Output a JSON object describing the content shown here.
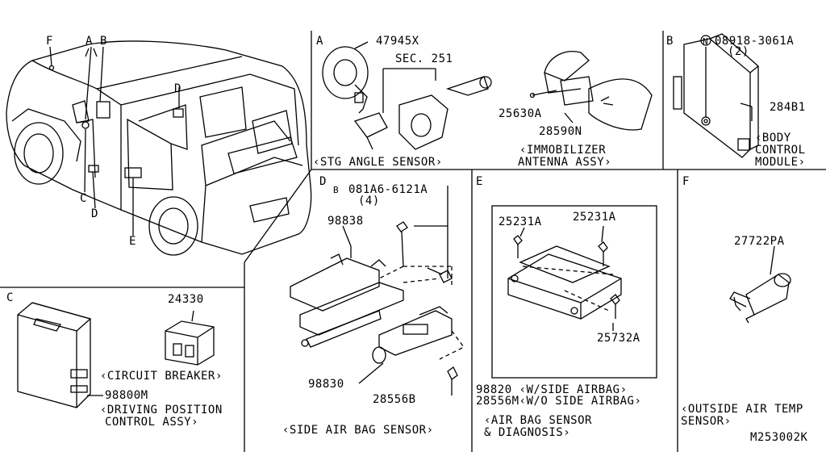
{
  "sections": {
    "A": {
      "letter": "A",
      "caption": "‹STG ANGLE SENSOR›",
      "parts": [
        "47945X",
        "SEC. 251"
      ]
    },
    "A2": {
      "caption_1": "‹IMMOBILIZER",
      "caption_2": "ANTENNA ASSY›",
      "parts": [
        "25630A",
        "28590N"
      ]
    },
    "B": {
      "letter": "B",
      "part_prefix": "N",
      "part_1": "08918-3061A",
      "qty": "(2)",
      "part_2": "284B1",
      "caption_1": "‹BODY",
      "caption_2": "CONTROL",
      "caption_3": "MODULE›"
    },
    "C": {
      "letter": "C",
      "parts": [
        "24330",
        "98800M"
      ],
      "caption_cb": "‹CIRCUIT BREAKER›",
      "caption_1": "‹DRIVING POSITION",
      "caption_2": "CONTROL ASSY›"
    },
    "D": {
      "letter": "D",
      "bolt_prefix": "B",
      "bolt_part": "081A6-6121A",
      "qty": "(4)",
      "parts": [
        "98838",
        "98830",
        "28556B"
      ],
      "caption": "‹SIDE AIR BAG SENSOR›"
    },
    "E": {
      "letter": "E",
      "parts": [
        "25231A",
        "25231A",
        "25732A"
      ],
      "note_1": "98820 ‹W/SIDE AIRBAG›",
      "note_2": "28556M‹W/O SIDE AIRBAG›",
      "caption_1": "‹AIR BAG SENSOR",
      "caption_2": "& DIAGNOSIS›"
    },
    "F": {
      "letter": "F",
      "part": "27722PA",
      "caption_1": "‹OUTSIDE AIR TEMP",
      "caption_2": "SENSOR›"
    }
  },
  "vehicle_callouts": [
    "F",
    "A",
    "B",
    "C",
    "D",
    "D",
    "E"
  ],
  "diagram_code": "M253002K"
}
